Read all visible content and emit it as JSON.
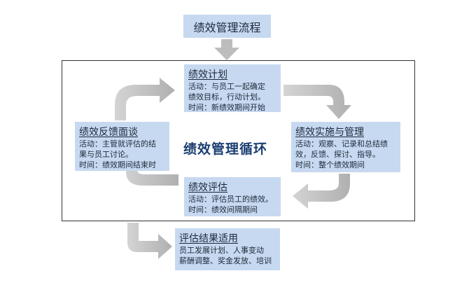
{
  "title": "绩效管理流程",
  "center_label": "绩效管理循环",
  "colors": {
    "box_fill": "#c6d9f0",
    "arrow": "#b8b8b8",
    "center_text": "#1b3e72"
  },
  "cards": {
    "plan": {
      "title": "绩效计划",
      "lines": [
        {
          "label": "活动：",
          "text": "与员工一起确定"
        },
        {
          "label": "",
          "text": "绩效目标，行动计划。"
        },
        {
          "label": "时间：",
          "text": "新绩效期间开始"
        }
      ]
    },
    "implement": {
      "title": "绩效实施与管理",
      "lines": [
        {
          "label": "活动：",
          "text": "观察、记录和总结绩"
        },
        {
          "label": "",
          "text": "效，反馈、探讨、指导。"
        },
        {
          "label": "时间：",
          "text": "整个绩效期间"
        }
      ]
    },
    "evaluate": {
      "title": "绩效评估",
      "lines": [
        {
          "label": "活动：",
          "text": "评估员工的绩效。"
        },
        {
          "label": "时间：",
          "text": "绩效间隔期间"
        }
      ]
    },
    "feedback": {
      "title": "绩效反馈面谈",
      "lines": [
        {
          "label": "活动：",
          "text": "主管就评估的结"
        },
        {
          "label": "",
          "text": "果与员工讨论。"
        },
        {
          "label": "时间：",
          "text": "绩效期间结束时"
        }
      ]
    },
    "apply": {
      "title": "评估结果适用",
      "lines": [
        {
          "label": "",
          "text": "员工发展计划、人事变动"
        },
        {
          "label": "",
          "text": "薪酬调整、奖金发放、培训"
        }
      ]
    }
  }
}
